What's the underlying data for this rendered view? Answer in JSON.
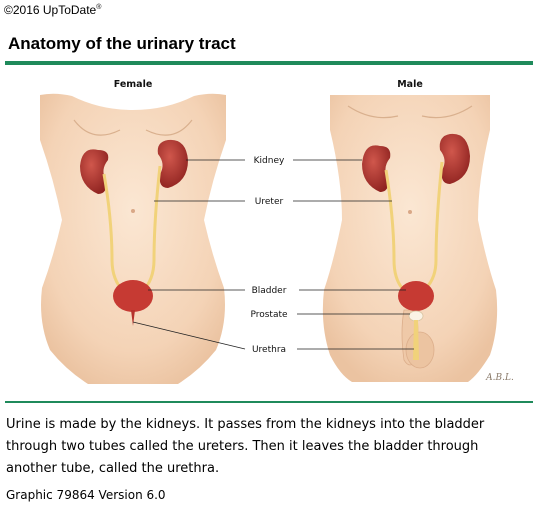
{
  "copyright": {
    "text": "©2016 UpToDate",
    "mark": "®"
  },
  "title": "Anatomy of the urinary tract",
  "figure": {
    "female_heading": "Female",
    "male_heading": "Male",
    "labels": {
      "kidney": "Kidney",
      "ureter": "Ureter",
      "bladder": "Bladder",
      "prostate": "Prostate",
      "urethra": "Urethra"
    },
    "artist_signature": "A.B.L."
  },
  "caption": "Urine is made by the kidneys. It passes from the kidneys into the bladder through two tubes called the ureters. Then it leaves the bladder through another tube, called the urethra.",
  "graphic_id": "Graphic 79864 Version 6.0",
  "colors": {
    "rule": "#1f8a5b",
    "skin": "#f6d9bf",
    "kidney": "#b5322c",
    "ureter": "#f1d27a"
  }
}
